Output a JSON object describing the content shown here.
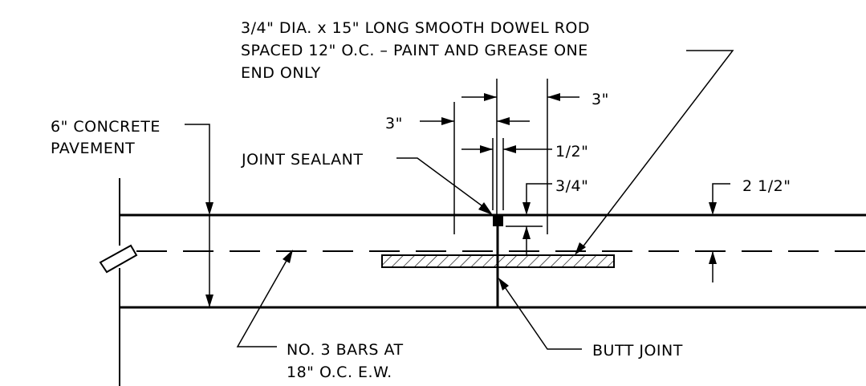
{
  "labels": {
    "dowel_line1": "3/4\" DIA. x 15\" LONG SMOOTH DOWEL ROD",
    "dowel_line2": "SPACED 12\" O.C. – PAINT AND GREASE ONE",
    "dowel_line3": "END ONLY",
    "pavement_line1": "6\" CONCRETE",
    "pavement_line2": "PAVEMENT",
    "joint_sealant": "JOINT SEALANT",
    "bars_line1": "NO. 3 BARS AT",
    "bars_line2": "18\" O.C. E.W.",
    "butt_joint": "BUTT JOINT"
  },
  "dimensions": {
    "left_offset": "3\"",
    "right_offset": "3\"",
    "sealant_width": "1/2\"",
    "sealant_depth": "3/4\"",
    "bar_depth": "2 1/2\""
  }
}
